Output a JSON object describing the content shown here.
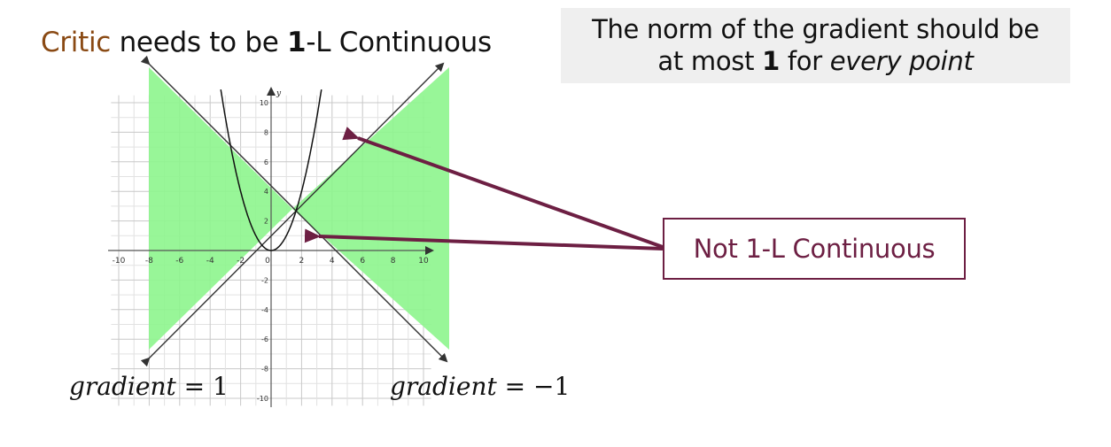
{
  "title": {
    "critic": "Critic",
    "middle": " needs to be ",
    "one": "1",
    "rest": "-L Continuous"
  },
  "note": {
    "line1": "The norm of the gradient should be",
    "line2_pre": "at most ",
    "line2_bold": "1",
    "line2_mid": " for ",
    "line2_italic": "every point"
  },
  "callout": {
    "label": "Not 1-L Continuous"
  },
  "gradient_labels": {
    "left_var": "gradient",
    "left_eq": " = 1",
    "right_var": "gradient",
    "right_eq": " = −1"
  },
  "axes": {
    "x_ticks": [
      "-10",
      "-8",
      "-6",
      "-4",
      "-2",
      "0",
      "2",
      "4",
      "6",
      "8",
      "10"
    ],
    "y_ticks": [
      "10",
      "8",
      "6",
      "4",
      "2",
      "-2",
      "-4",
      "-6",
      "-8",
      "-10"
    ],
    "y_label": "y"
  },
  "colors": {
    "cone_fill": "#8df58d",
    "arrow": "#6d1f43",
    "critic": "#8a4a14"
  }
}
